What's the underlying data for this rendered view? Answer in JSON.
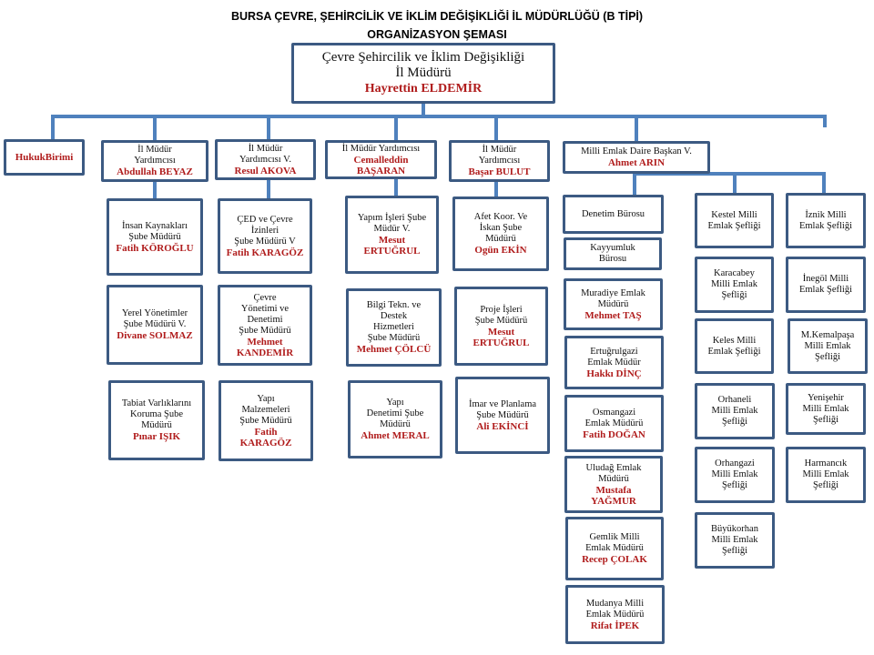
{
  "header": {
    "title_line1": "BURSA ÇEVRE, ŞEHİRCİLİK VE İKLİM DEĞİŞİKLİĞİ İL MÜDÜRLÜĞÜ (B TİPİ)",
    "title_line2": "ORGANİZASYON ŞEMASI"
  },
  "top": {
    "title": "Çevre Şehircilik ve İklim Değişikliği\nİl Müdürü",
    "name": "Hayrettin ELDEMİR"
  },
  "level1": [
    {
      "title": "",
      "name": "HukukBirimi"
    },
    {
      "title": "İl Müdür\nYardımcısı",
      "name": "Abdullah BEYAZ"
    },
    {
      "title": "İl Müdür\nYardımcısı V.",
      "name": "Resul AKOVA"
    },
    {
      "title": "İl Müdür Yardımcısı",
      "name": "Cemalleddin\nBAŞARAN"
    },
    {
      "title": "İl Müdür\nYardımcısı",
      "name": "Başar BULUT"
    },
    {
      "title": "Milli Emlak Daire Başkan V.",
      "name": "Ahmet ARIN"
    }
  ],
  "col_beyaz": [
    {
      "title": "İnsan Kaynakları\nŞube Müdürü",
      "name": "Fatih KÖROĞLU"
    },
    {
      "title": "Yerel Yönetimler\nŞube Müdürü V.",
      "name": "Divane SOLMAZ"
    },
    {
      "title": "Tabiat Varlıklarını\nKoruma Şube\nMüdürü",
      "name": "Pınar IŞIK"
    }
  ],
  "col_akova": [
    {
      "title": "ÇED ve Çevre\nİzinleri\nŞube Müdürü V",
      "name": "Fatih KARAGÖZ"
    },
    {
      "title": "Çevre\nYönetimi ve\nDenetimi\nŞube Müdürü",
      "name": "Mehmet\nKANDEMİR"
    },
    {
      "title": "Yapı\nMalzemeleri\nŞube Müdürü",
      "name": "Fatih\nKARAGÖZ"
    }
  ],
  "col_basaran": [
    {
      "title": "Yapım İşleri Şube\nMüdür V.",
      "name": "Mesut\nERTUĞRUL"
    },
    {
      "title": "Bilgi Tekn. ve\nDestek\nHizmetleri\nŞube Müdürü",
      "name": "Mehmet ÇÖLCÜ"
    },
    {
      "title": "Yapı\nDenetimi Şube\nMüdürü",
      "name": "Ahmet MERAL"
    }
  ],
  "col_bulut": [
    {
      "title": "Afet Koor. Ve\nİskan Şube\nMüdürü",
      "name": "Ogün EKİN"
    },
    {
      "title": "Proje İşleri\nŞube Müdürü",
      "name": "Mesut\nERTUĞRUL"
    },
    {
      "title": "İmar ve Planlama\nŞube Müdürü",
      "name": "Ali EKİNCİ"
    }
  ],
  "col_emlak_left": [
    {
      "title": "Denetim Bürosu",
      "name": ""
    },
    {
      "title": "Kayyumluk\nBürosu",
      "name": ""
    },
    {
      "title": "Muradiye Emlak\nMüdürü",
      "name": "Mehmet TAŞ"
    },
    {
      "title": "Ertuğrulgazi\nEmlak Müdür",
      "name": "Hakkı DİNÇ"
    },
    {
      "title": "Osmangazi\nEmlak Müdürü",
      "name": "Fatih DOĞAN"
    },
    {
      "title": "Uludağ Emlak\nMüdürü",
      "name": "Mustafa\nYAĞMUR"
    },
    {
      "title": "Gemlik Milli\nEmlak Müdürü",
      "name": "Recep ÇOLAK"
    },
    {
      "title": "Mudanya Milli\nEmlak Müdürü",
      "name": "Rifat İPEK"
    }
  ],
  "col_emlak_mid": [
    {
      "title": "Kestel Milli\nEmlak Şefliği"
    },
    {
      "title": "Karacabey\nMilli Emlak\nŞefliği"
    },
    {
      "title": "Keles Milli\nEmlak Şefliği"
    },
    {
      "title": "Orhaneli\nMilli Emlak\nŞefliği"
    },
    {
      "title": "Orhangazi\nMilli Emlak\nŞefliği"
    },
    {
      "title": "Büyükorhan\nMilli Emlak\nŞefliği"
    }
  ],
  "col_emlak_right": [
    {
      "title": "İznik Milli\nEmlak Şefliği"
    },
    {
      "title": "İnegöl Milli\nEmlak Şefliği"
    },
    {
      "title": "M.Kemalpaşa\nMilli Emlak\nŞefliği"
    },
    {
      "title": "Yenişehir\nMilli Emlak\nŞefliği"
    },
    {
      "title": "Harmancık\nMilli Emlak\nŞefliği"
    }
  ]
}
